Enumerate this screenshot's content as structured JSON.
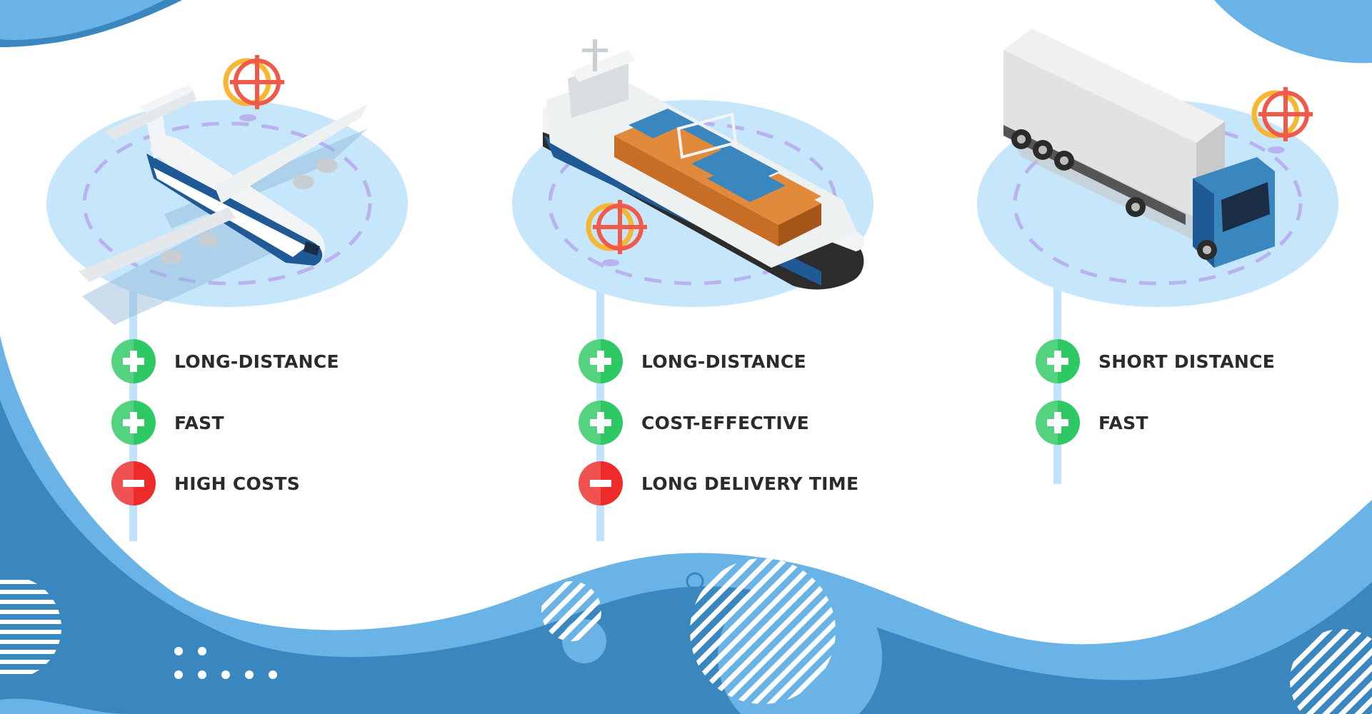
{
  "palette": {
    "wave_dark": "#3a87c0",
    "wave_light": "#69b3e6",
    "platform": "#c6e6fb",
    "platform_dash": "#b8b2ee",
    "stem": "#bfe3fa",
    "pro_green": "#2ec964",
    "con_red": "#ed2b2b",
    "label_text": "#2b2b2b",
    "marker_orange": "#f7b733",
    "marker_red": "#f05a4a"
  },
  "transport_modes": [
    {
      "vehicle_icon": "airplane-icon",
      "items": [
        {
          "kind": "pro",
          "icon": "plus-icon",
          "label": "LONG-DISTANCE"
        },
        {
          "kind": "pro",
          "icon": "plus-icon",
          "label": "FAST"
        },
        {
          "kind": "con",
          "icon": "minus-icon",
          "label": "HIGH COSTS"
        }
      ]
    },
    {
      "vehicle_icon": "cargo-ship-icon",
      "items": [
        {
          "kind": "pro",
          "icon": "plus-icon",
          "label": "LONG-DISTANCE"
        },
        {
          "kind": "pro",
          "icon": "plus-icon",
          "label": "COST-EFFECTIVE"
        },
        {
          "kind": "con",
          "icon": "minus-icon",
          "label": "LONG DELIVERY TIME"
        }
      ]
    },
    {
      "vehicle_icon": "truck-icon",
      "items": [
        {
          "kind": "pro",
          "icon": "plus-icon",
          "label": "SHORT DISTANCE"
        },
        {
          "kind": "pro",
          "icon": "plus-icon",
          "label": "FAST"
        }
      ]
    }
  ]
}
